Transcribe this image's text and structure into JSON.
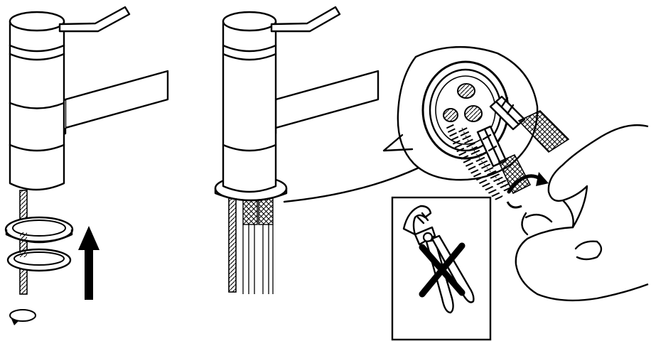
{
  "figure": {
    "panels": [
      {
        "id": "step-remove-nut-and-washers",
        "arrow": "up",
        "rotation": "counter-clockwise"
      },
      {
        "id": "step-connect-hoses",
        "detail": "magnified-underside",
        "rotation": "clockwise"
      }
    ],
    "warning": {
      "tool": "pliers",
      "mark": "cross"
    },
    "colors": {
      "line": "#000000",
      "fill": "#ffffff"
    }
  }
}
